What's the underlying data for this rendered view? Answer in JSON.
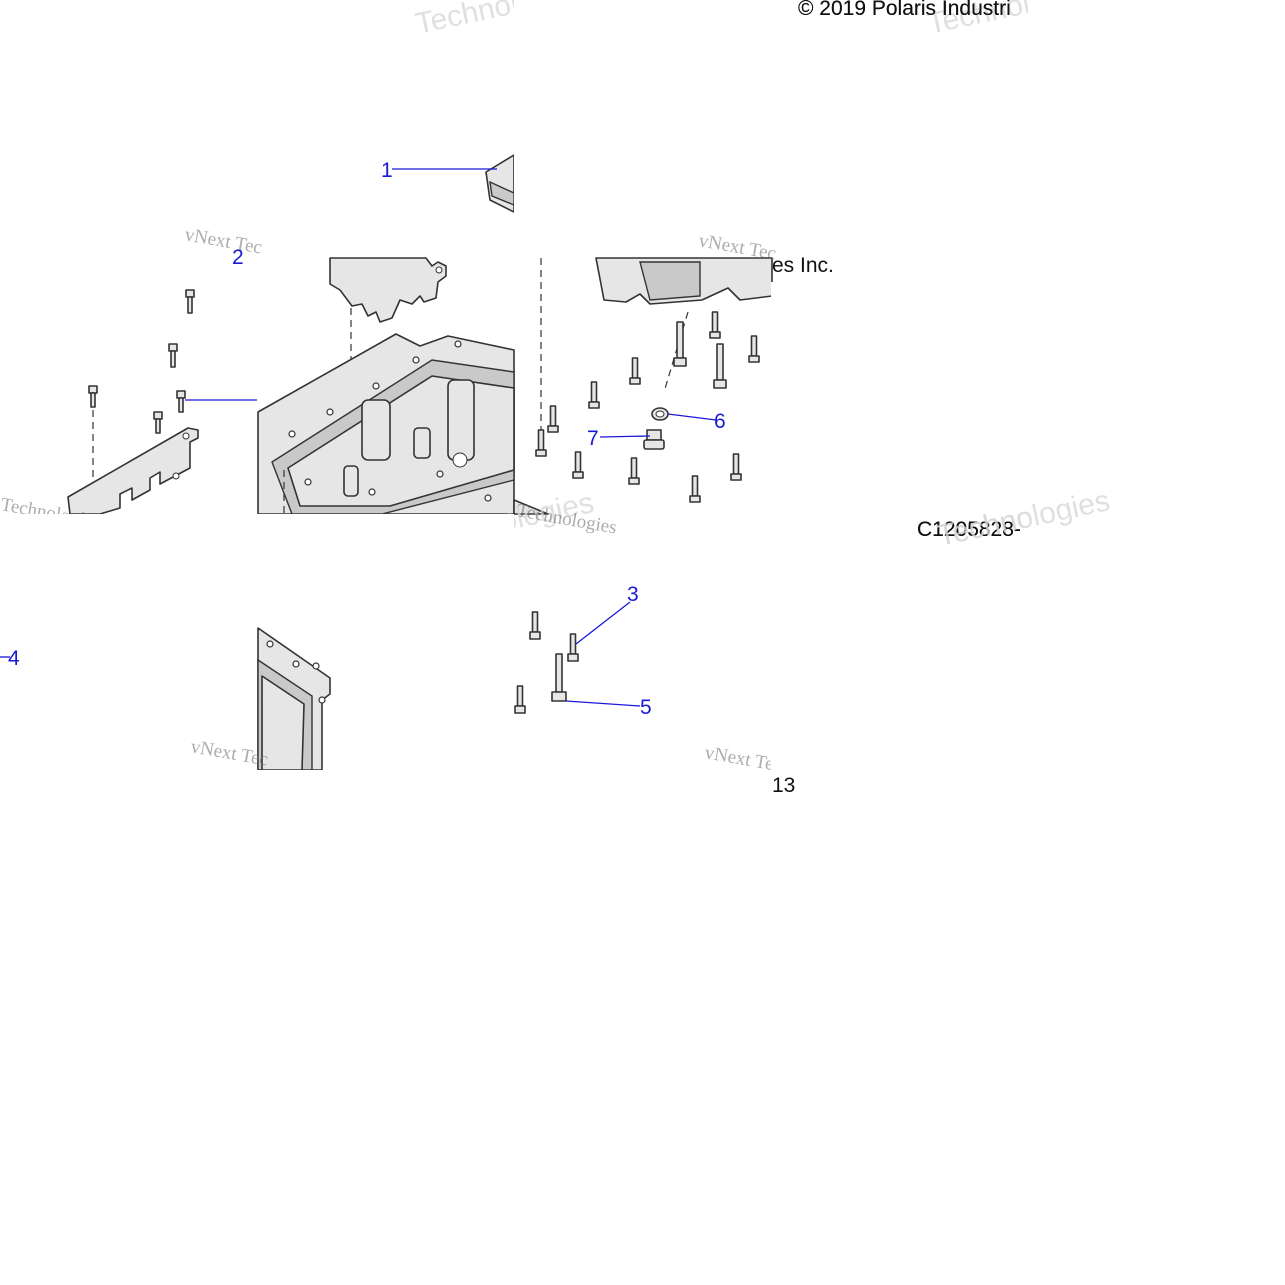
{
  "copyright": "© 2019 Polaris Industri",
  "copyright_fragment": "es Inc.",
  "drawing_code": "C1205828-",
  "page_number": "13",
  "callouts": [
    "1",
    "2",
    "3",
    "4",
    "5",
    "6",
    "7"
  ],
  "watermark": {
    "brand": "vNext Technologies",
    "line1": "vNext Tec",
    "line2": "Technologies"
  },
  "colors": {
    "callout": "#1a1ad6",
    "part_fill": "#e6e6e6",
    "outline": "#333333"
  }
}
